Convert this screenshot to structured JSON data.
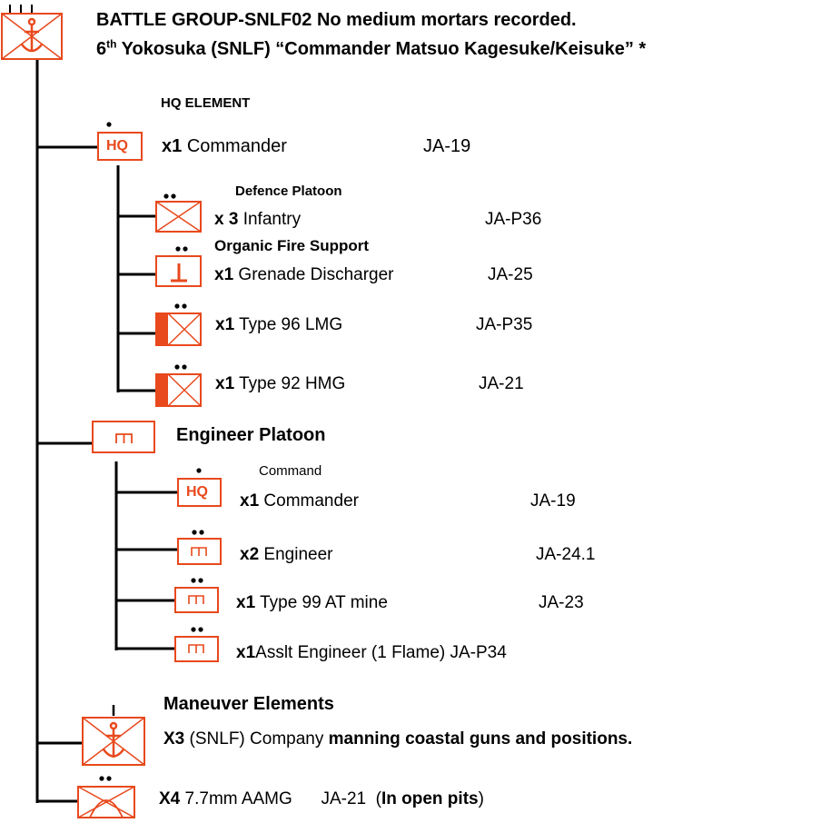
{
  "header": {
    "line1": "BATTLE GROUP-SNLF02 No medium mortars recorded.",
    "line2_num": "6",
    "line2_sup": "th",
    "line2_rest": " Yokosuka (SNLF) “Commander Matsuo Kagesuke/Keisuke” *"
  },
  "hq": {
    "label": "HQ ELEMENT",
    "symbol": "HQ",
    "qty": "x1",
    "unit": "Commander",
    "code": "JA-19"
  },
  "defence": {
    "label": "Defence Platoon",
    "qty": "x 3",
    "unit": "Infantry",
    "code": "JA-P36"
  },
  "support": {
    "label": "Organic Fire Support",
    "grenade": {
      "qty": "x1",
      "unit": "Grenade Discharger",
      "code": "JA-25"
    },
    "lmg": {
      "qty": "x1",
      "unit": "Type 96 LMG",
      "code": "JA-P35"
    },
    "hmg": {
      "qty": "x1",
      "unit": "Type 92 HMG",
      "code": "JA-21"
    }
  },
  "engineer": {
    "label": "Engineer Platoon",
    "command_label": "Command",
    "hq_symbol": "HQ",
    "commander": {
      "qty": "x1",
      "unit": "Commander",
      "code": "JA-19"
    },
    "engineer": {
      "qty": "x2",
      "unit": "Engineer",
      "code": "JA-24.1"
    },
    "mine": {
      "qty": "x1",
      "unit": "Type 99 AT mine",
      "code": "JA-23"
    },
    "assault": {
      "qty": "x1",
      "unit": "Asslt Engineer (1 Flame) JA-P34"
    }
  },
  "maneuver": {
    "label": "Maneuver Elements",
    "qty": "X3",
    "unit": " (SNLF) Company ",
    "note": "manning coastal guns and positions."
  },
  "aa": {
    "qty": "X4",
    "unit": " 7.7mm AAMG      JA-21  (",
    "note": "In open pits",
    "close": ")"
  },
  "colors": {
    "symbol": "#e8491d",
    "line": "#000000"
  }
}
